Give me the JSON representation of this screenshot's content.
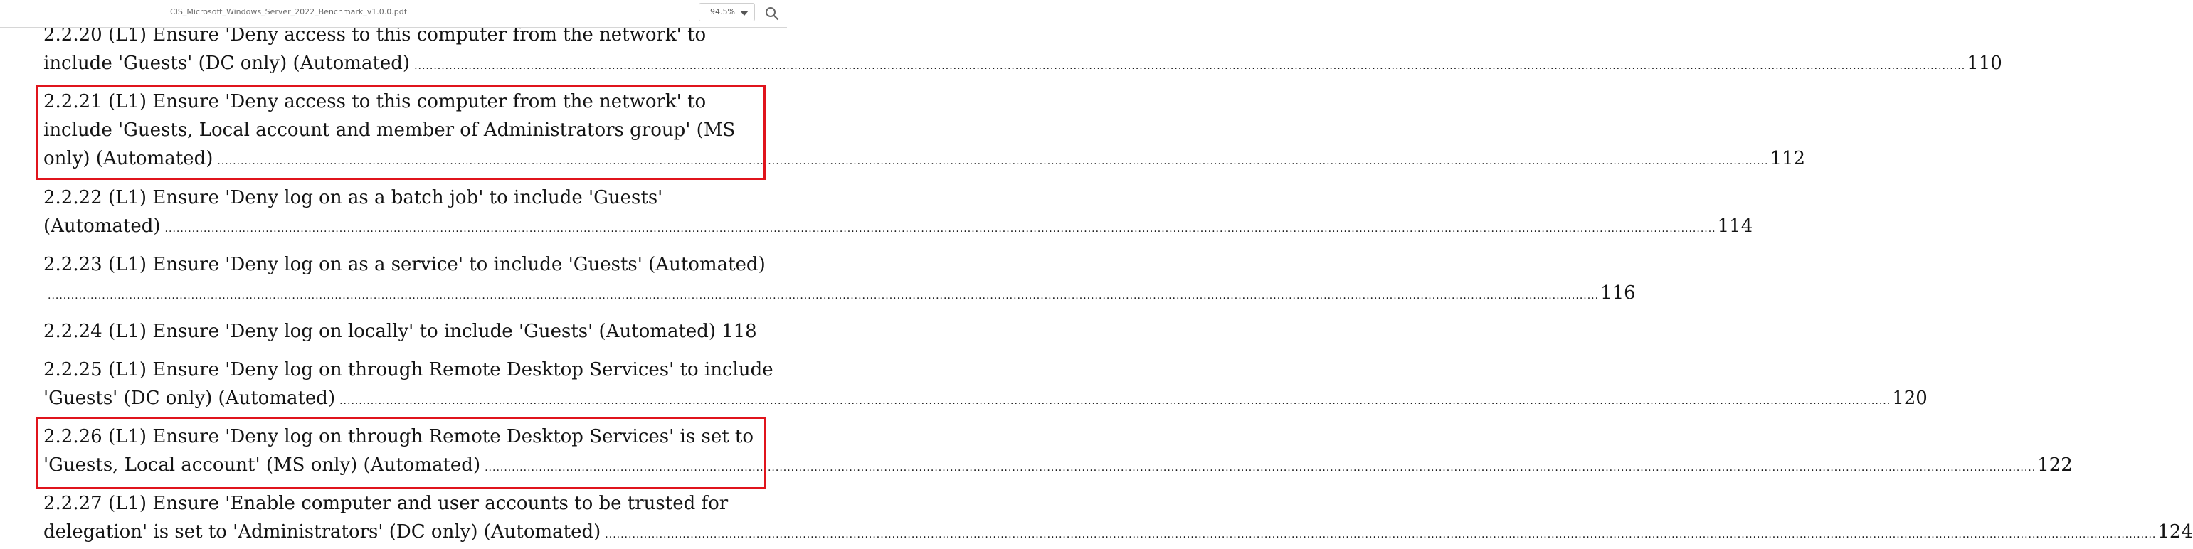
{
  "toolbar": {
    "document_title": "CIS_Microsoft_Windows_Server_2022_Benchmark_v1.0.0.pdf",
    "zoom_value": "94.5%",
    "search_icon": "search-icon",
    "zoom_dropdown_icon": "chevron-down-icon"
  },
  "highlight_color": "#e0141c",
  "toc": {
    "entries": [
      {
        "lines": [
          "2.2.20 (L1) Ensure 'Deny access to this computer from the network' to"
        ],
        "last": "include 'Guests' (DC only) (Automated)",
        "page": "110"
      },
      {
        "lines": [
          "2.2.21 (L1) Ensure 'Deny access to this computer from the network' to",
          "include 'Guests, Local account and member of Administrators group' (MS"
        ],
        "last": "only) (Automated)",
        "page": "112"
      },
      {
        "lines": [
          "2.2.22 (L1) Ensure 'Deny log on as a batch job' to include 'Guests'"
        ],
        "last": "(Automated)",
        "page": "114"
      },
      {
        "lines": [
          "2.2.23 (L1) Ensure 'Deny log on as a service' to include 'Guests' (Automated)"
        ],
        "last": "",
        "page": "116"
      },
      {
        "lines": [],
        "last": "2.2.24 (L1) Ensure 'Deny log on locally' to include 'Guests' (Automated)",
        "page": "118"
      },
      {
        "lines": [
          "2.2.25 (L1) Ensure 'Deny log on through Remote Desktop Services' to include"
        ],
        "last": "'Guests' (DC only) (Automated)",
        "page": "120"
      },
      {
        "lines": [
          "2.2.26 (L1) Ensure 'Deny log on through Remote Desktop Services' is set to"
        ],
        "last": "'Guests, Local account' (MS only) (Automated)",
        "page": "122"
      },
      {
        "lines": [
          "2.2.27 (L1) Ensure 'Enable computer and user accounts to be trusted for"
        ],
        "last": "delegation' is set to 'Administrators' (DC only) (Automated)",
        "page": "124"
      }
    ]
  }
}
